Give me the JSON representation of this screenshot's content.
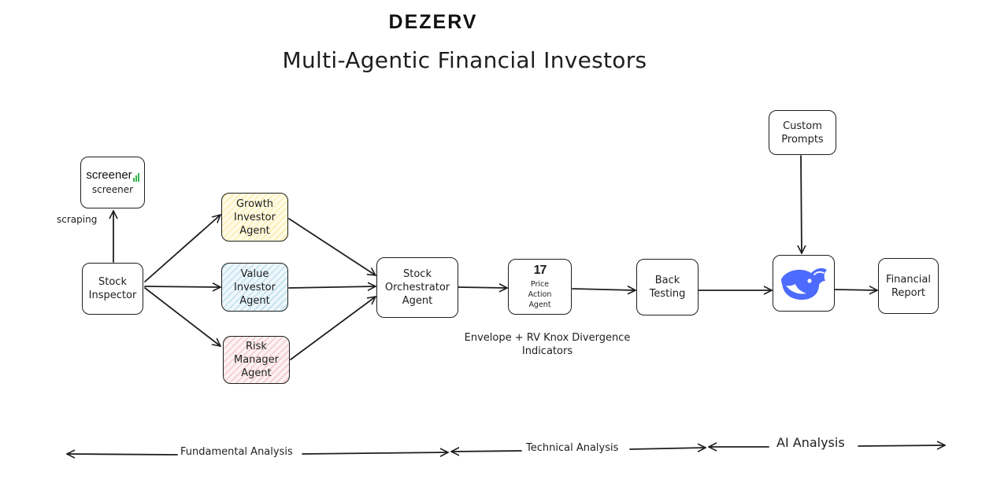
{
  "header": {
    "brand": "DEZERV",
    "title": "Multi-Agentic Financial Investors"
  },
  "nodes": {
    "screener": {
      "logo_text": "screener",
      "label": "screener"
    },
    "stock_inspector": {
      "line1": "Stock",
      "line2": "Inspector"
    },
    "growth_agent": {
      "line1": "Growth",
      "line2": "Investor",
      "line3": "Agent"
    },
    "value_agent": {
      "line1": "Value",
      "line2": "Investor",
      "line3": "Agent"
    },
    "risk_agent": {
      "line1": "Risk",
      "line2": "Manager",
      "line3": "Agent"
    },
    "orchestrator": {
      "line1": "Stock",
      "line2": "Orchestrator",
      "line3": "Agent"
    },
    "price_action": {
      "icon_text": "17",
      "line1": "Price",
      "line2": "Action",
      "line3": "Agent"
    },
    "back_testing": {
      "line1": "Back",
      "line2": "Testing"
    },
    "custom_prompts": {
      "line1": "Custom",
      "line2": "Prompts"
    },
    "deepseek": {
      "icon": "deepseek-whale-icon"
    },
    "financial_report": {
      "line1": "Financial",
      "line2": "Report"
    }
  },
  "edge_labels": {
    "scraping": "scraping",
    "indicators_line1": "Envelope + RV Knox Divergence",
    "indicators_line2": "Indicators"
  },
  "phases": {
    "fundamental": "Fundamental Analysis",
    "technical": "Technical Analysis",
    "ai": "AI Analysis"
  },
  "colors": {
    "stroke": "#1e1e1e",
    "growth_fill": "#fbefb8",
    "value_fill": "#c6e3ef",
    "risk_fill": "#f3cfd6",
    "deepseek_blue": "#4d6bfe",
    "screener_green": "#37b24d"
  }
}
